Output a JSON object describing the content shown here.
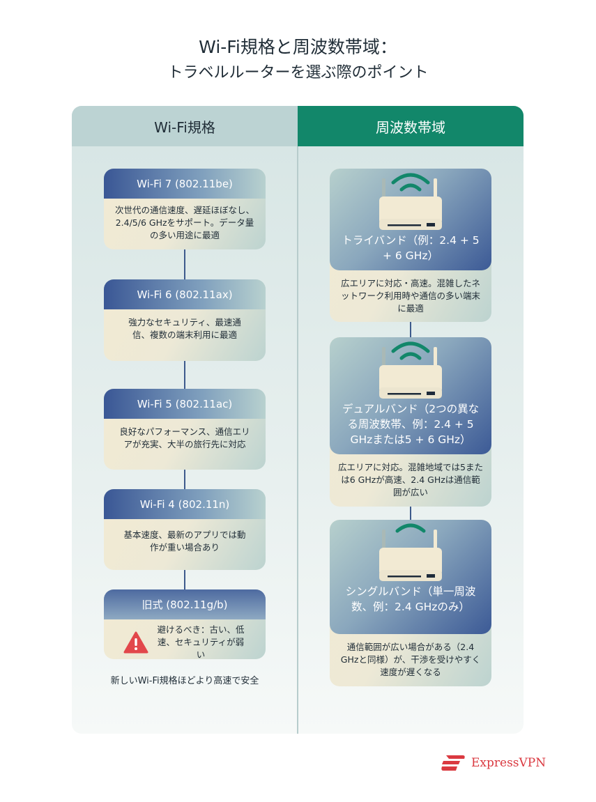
{
  "title": {
    "line1": "Wi-Fi規格と周波数帯域：",
    "line2": "トラベルルーターを選ぶ際のポイント"
  },
  "columns": {
    "left": "Wi-Fi規格",
    "right": "周波数帯域"
  },
  "standards": [
    {
      "name": "Wi-Fi 7 (802.11be)",
      "desc": "次世代の通信速度、遅延ほぼなし、2.4/5/6 GHzをサポート。データ量の多い用途に最適"
    },
    {
      "name": "Wi-Fi 6 (802.11ax)",
      "desc": "強力なセキュリティ、最速通信、複数の端末利用に最適"
    },
    {
      "name": "Wi-Fi 5 (802.11ac)",
      "desc": "良好なパフォーマンス、通信エリアが充実、大半の旅行先に対応"
    },
    {
      "name": "Wi-Fi 4 (802.11n)",
      "desc": "基本速度、最新のアプリでは動作が重い場合あり"
    },
    {
      "name": "旧式 (802.11g/b)",
      "desc": "避けるべき：古い、低速、セキュリティが弱い",
      "icon": "warning-icon"
    }
  ],
  "standards_footer": "新しいWi-Fi規格ほどより高速で安全",
  "bands": [
    {
      "name": "トライバンド（例：2.4 + 5 + 6 GHz）",
      "desc": "広エリアに対応・高速。混雑したネットワーク利用時や通信の多い端末に最適",
      "icon": "router-wifi-icon"
    },
    {
      "name": "デュアルバンド（2つの異なる周波数帯、例：2.4 + 5 GHzまたは5 + 6 GHz）",
      "desc": "広エリアに対応。混雑地域では5または6 GHzが高速、2.4 GHzは通信範囲が広い",
      "icon": "router-wifi-icon"
    },
    {
      "name": "シングルバンド（単一周波数、例：2.4 GHzのみ）",
      "desc": "通信範囲が広い場合がある（2.4 GHzと同様）が、干渉を受けやすく速度が遅くなる",
      "icon": "router-wifi-icon"
    }
  ],
  "brand": {
    "name": "ExpressVPN",
    "color": "#da3940"
  },
  "colors": {
    "accent_green": "#12876a",
    "header_blue": "#3a5795",
    "cream": "#f2ead3"
  }
}
